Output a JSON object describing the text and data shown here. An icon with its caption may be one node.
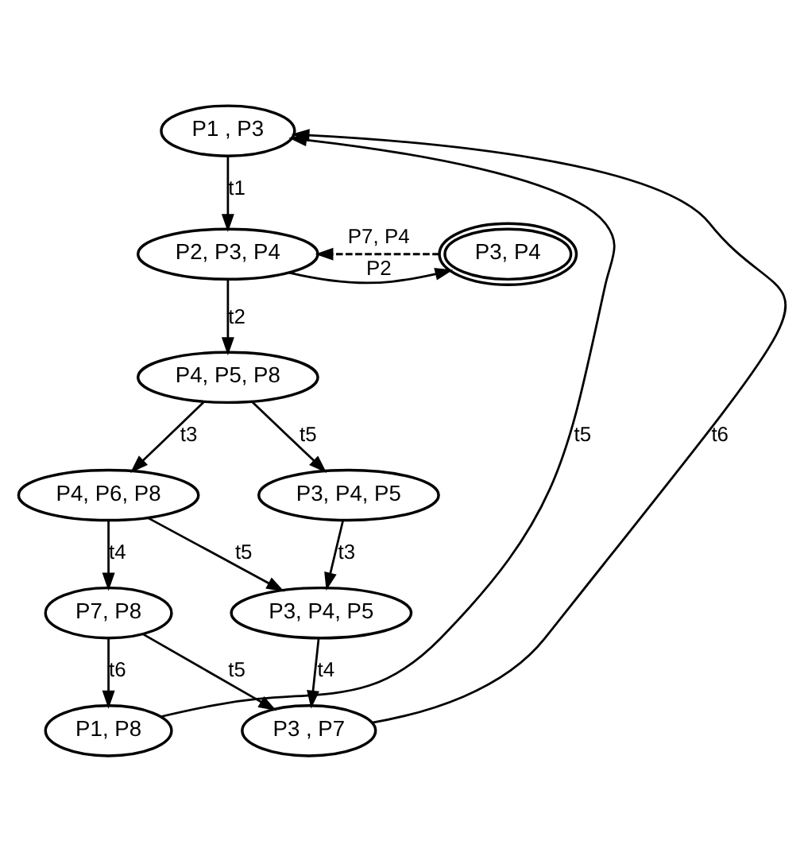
{
  "diagram": {
    "nodes": [
      {
        "text": [
          "P1 , P3"
        ]
      },
      {
        "text": [
          "P2, P3, P4"
        ]
      },
      {
        "text": [
          "P3, P4"
        ]
      },
      {
        "text": [
          "P4, P5, P8"
        ]
      },
      {
        "text": [
          "P4, P6, P8"
        ]
      },
      {
        "text": [
          "P3, P4, P5"
        ]
      },
      {
        "text": [
          "P7, P8"
        ]
      },
      {
        "text": [
          "P3, P4, P5"
        ]
      },
      {
        "text": [
          "P1, P8"
        ]
      },
      {
        "text": [
          "P3 , P7"
        ]
      }
    ],
    "edges": [
      {
        "from": 0,
        "to": 1,
        "arrow": "to",
        "label": "t1"
      },
      {
        "from": 1,
        "to": 2,
        "arrow": "to",
        "label": "P2"
      },
      {
        "from": 2,
        "to": 1,
        "arrow": "to",
        "label": "P7, P4",
        "style": "dashed"
      },
      {
        "from": 1,
        "to": 3,
        "arrow": "to",
        "label": "t2"
      },
      {
        "from": 3,
        "to": 4,
        "arrow": "to",
        "label": "t3"
      },
      {
        "from": 3,
        "to": 5,
        "arrow": "to",
        "label": "t5"
      },
      {
        "from": 4,
        "to": 6,
        "arrow": "to",
        "label": "t4"
      },
      {
        "from": 4,
        "to": 7,
        "arrow": "to",
        "label": "t5"
      },
      {
        "from": 5,
        "to": 7,
        "arrow": "to",
        "label": "t3"
      },
      {
        "from": 6,
        "to": 8,
        "arrow": "to",
        "label": "t6"
      },
      {
        "from": 6,
        "to": 9,
        "arrow": "to",
        "label": "t5"
      },
      {
        "from": 7,
        "to": 9,
        "arrow": "to",
        "label": "t4"
      },
      {
        "from": 8,
        "to": 0,
        "arrow": "to",
        "label": "t5"
      },
      {
        "from": 9,
        "to": 0,
        "arrow": "to",
        "label": "t6"
      }
    ]
  }
}
